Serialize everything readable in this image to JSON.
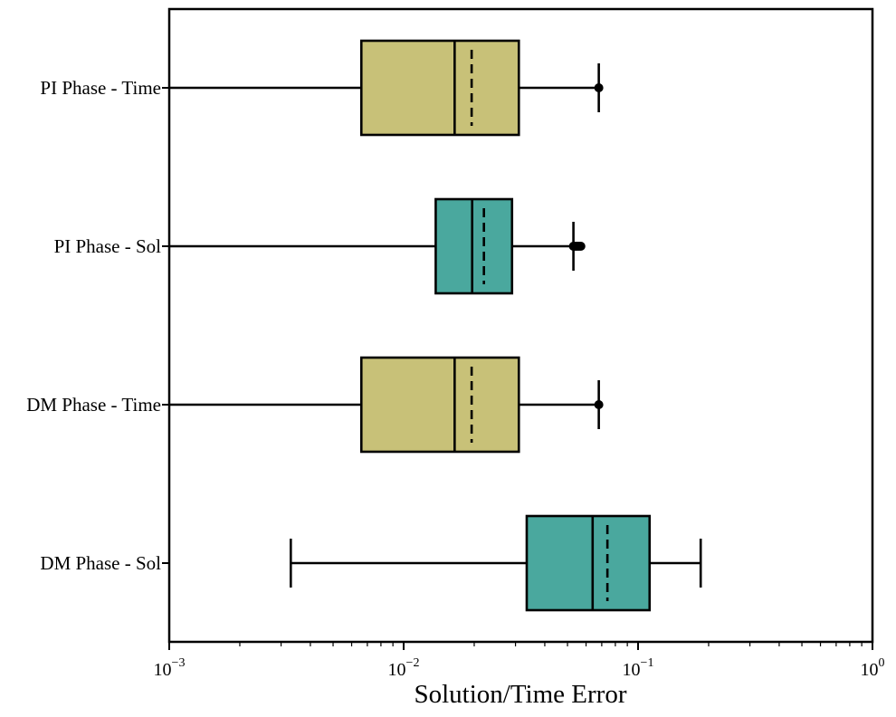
{
  "chart_data": {
    "type": "boxplot",
    "orientation": "horizontal",
    "xlabel": "Solution/Time Error",
    "xscale": "log",
    "xlim": [
      0.001,
      1
    ],
    "xticks": [
      {
        "value": 0.001,
        "base": "10",
        "exp": "−3"
      },
      {
        "value": 0.01,
        "base": "10",
        "exp": "−2"
      },
      {
        "value": 0.1,
        "base": "10",
        "exp": "−1"
      },
      {
        "value": 1,
        "base": "10",
        "exp": "0"
      }
    ],
    "grid": false,
    "colors": {
      "time": "#c8c178",
      "sol": "#4aa89e",
      "line": "#000000"
    },
    "categories": [
      "PI Phase - Time",
      "PI Phase - Sol",
      "DM Phase - Time",
      "DM Phase - Sol"
    ],
    "boxes": [
      {
        "label": "PI Phase - Time",
        "color": "#c8c178",
        "whisker_low": 0.001,
        "q1": 0.0066,
        "median": 0.0165,
        "mean": 0.0195,
        "q3": 0.031,
        "whisker_high": 0.068,
        "outliers": [
          0.068
        ]
      },
      {
        "label": "PI Phase - Sol",
        "color": "#4aa89e",
        "whisker_low": 0.001,
        "q1": 0.0137,
        "median": 0.0196,
        "mean": 0.022,
        "q3": 0.029,
        "whisker_high": 0.053,
        "outliers": [
          0.053,
          0.054,
          0.055,
          0.056,
          0.057
        ]
      },
      {
        "label": "DM Phase - Time",
        "color": "#c8c178",
        "whisker_low": 0.001,
        "q1": 0.0066,
        "median": 0.0165,
        "mean": 0.0195,
        "q3": 0.031,
        "whisker_high": 0.068,
        "outliers": [
          0.068
        ]
      },
      {
        "label": "DM Phase - Sol",
        "color": "#4aa89e",
        "whisker_low": 0.0033,
        "q1": 0.0335,
        "median": 0.064,
        "mean": 0.074,
        "q3": 0.112,
        "whisker_high": 0.185,
        "outliers": []
      }
    ]
  }
}
